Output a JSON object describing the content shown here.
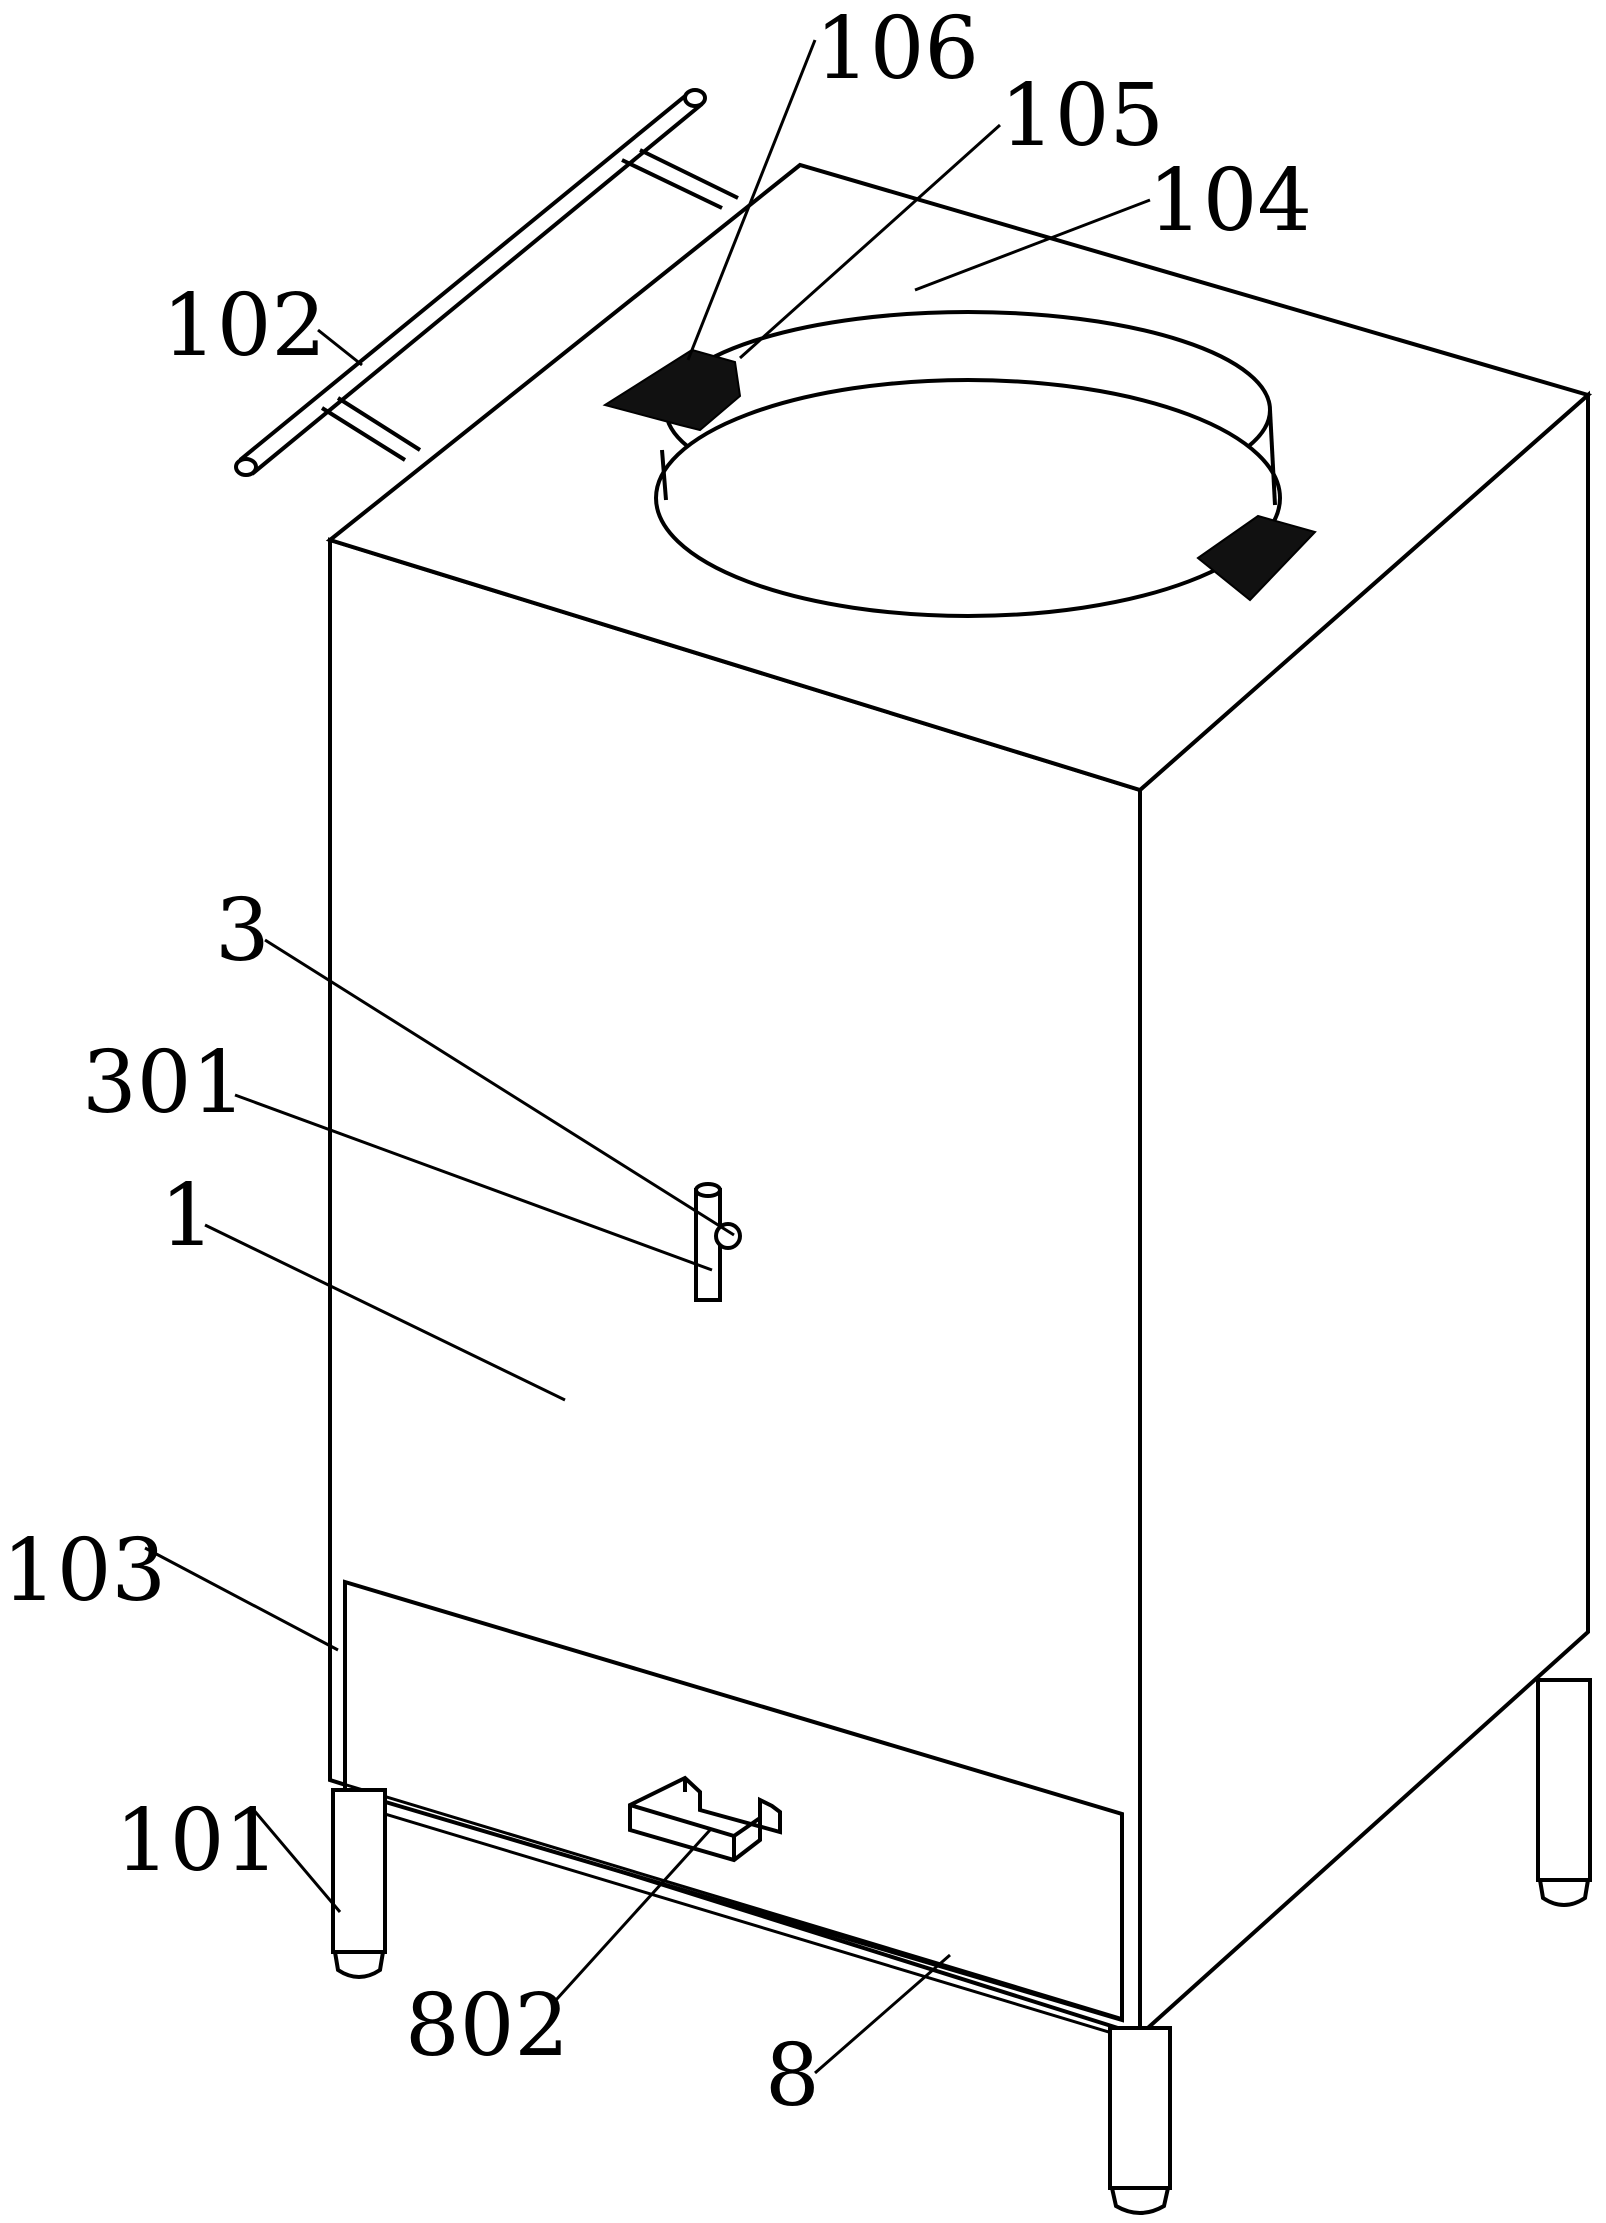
{
  "figure": {
    "labels": {
      "l106": "106",
      "l105": "105",
      "l104": "104",
      "l102": "102",
      "l3": "3",
      "l301": "301",
      "l1": "1",
      "l103": "103",
      "l101": "101",
      "l802": "802",
      "l8": "8"
    }
  }
}
